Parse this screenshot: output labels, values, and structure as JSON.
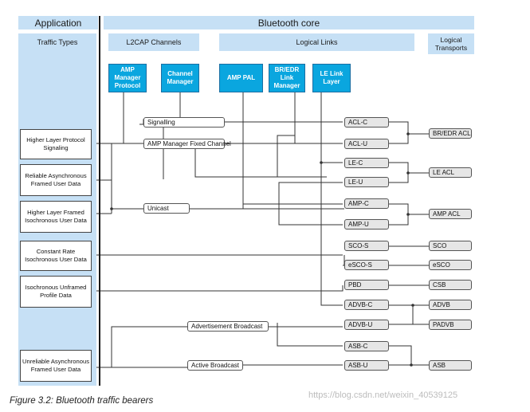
{
  "headers": {
    "application": "Application",
    "bluetooth_core": "Bluetooth core",
    "traffic_types": "Traffic Types",
    "l2cap_channels": "L2CAP Channels",
    "logical_links": "Logical Links",
    "logical_transports": "Logical Transports"
  },
  "core_blocks": {
    "amp_manager": "AMP Manager Protocol",
    "channel_manager": "Channel Manager",
    "amp_pal": "AMP PAL",
    "bredr_link_manager": "BR/EDR Link Manager",
    "le_link_layer": "LE Link Layer"
  },
  "traffic_types": [
    "Higher Layer Protocol Signaling",
    "Reliable Asynchronous Framed User Data",
    "Higher Layer Framed Isochronous User Data",
    "Constant Rate Isochronous User Data",
    "Isochronous Unframed Profile Data",
    "Unreliable Asynchronous Framed User Data"
  ],
  "channels": {
    "signalling": "Signalling",
    "amp_manager_fixed": "AMP Manager Fixed Channel",
    "unicast": "Unicast",
    "advertisement_broadcast": "Advertisement Broadcast",
    "active_broadcast": "Active Broadcast"
  },
  "logical_links": [
    "ACL-C",
    "ACL-U",
    "LE-C",
    "LE-U",
    "AMP-C",
    "AMP-U",
    "SCO-S",
    "eSCO-S",
    "PBD",
    "ADVB-C",
    "ADVB-U",
    "ASB-C",
    "ASB-U"
  ],
  "logical_transports": [
    "BR/EDR ACL",
    "LE ACL",
    "AMP ACL",
    "SCO",
    "eSCO",
    "CSB",
    "ADVB",
    "PADVB",
    "ASB"
  ],
  "caption": "Figure 3.2:  Bluetooth traffic bearers",
  "watermark": "https://blog.csdn.net/weixin_40539125"
}
